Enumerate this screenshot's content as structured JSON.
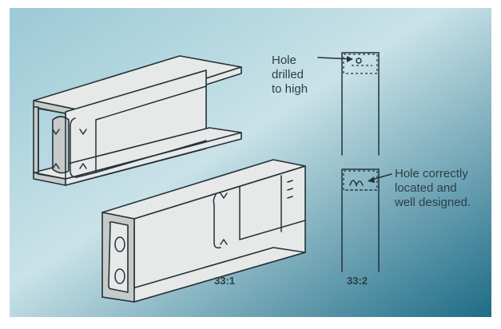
{
  "figure": {
    "background_top_left": "#9bc9d6",
    "background_mid": "#c9e2e8",
    "background_bottom_right": "#1e6c86",
    "line_color": "#233238",
    "beam_fill": "#e7e9e8",
    "beam_shade": "#c6cac9"
  },
  "labels": {
    "hole_high": [
      "Hole",
      "drilled",
      "to high"
    ],
    "hole_correct": [
      "Hole correctly",
      "located and",
      "well designed."
    ],
    "fig1": "33:1",
    "fig2": "33:2"
  }
}
